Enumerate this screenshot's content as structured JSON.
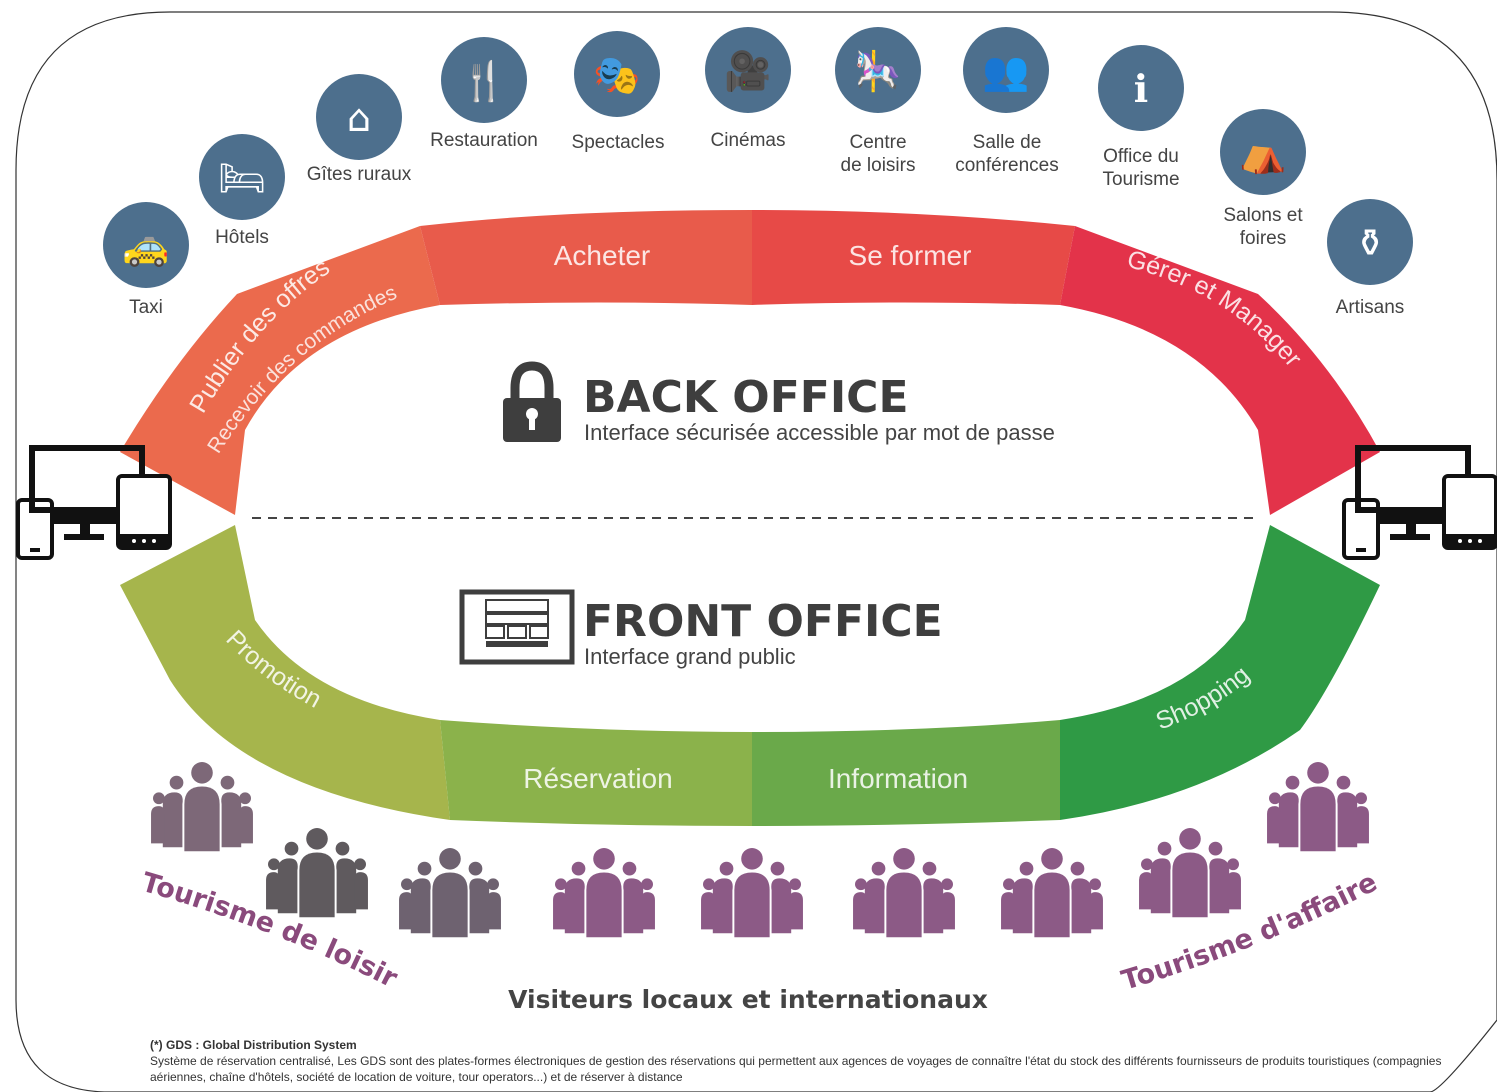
{
  "colors": {
    "back_office_left": "#e9604b",
    "back_office_mid": "#e84c4b",
    "back_office_right": "#e22f44",
    "front_office_left": "#a9b64a",
    "front_office_mid": "#7fb04a",
    "front_office_right": "#2e9a44",
    "icon_circle": "#4d6f8d",
    "dark_gray": "#3e3e3e",
    "people": "#8a5a82",
    "people_dark": "#6b5a66",
    "tourism_label": "#8a4a7c",
    "text_gray": "#444444"
  },
  "services": [
    {
      "label_lines": [
        "Taxi"
      ],
      "icon": "taxi-icon"
    },
    {
      "label_lines": [
        "Hôtels"
      ],
      "icon": "bed-icon"
    },
    {
      "label_lines": [
        "Gîtes ruraux"
      ],
      "icon": "cottage-icon"
    },
    {
      "label_lines": [
        "Restauration"
      ],
      "icon": "fork-knife-icon"
    },
    {
      "label_lines": [
        "Spectacles"
      ],
      "icon": "theater-masks-icon"
    },
    {
      "label_lines": [
        "Cinémas"
      ],
      "icon": "film-camera-icon"
    },
    {
      "label_lines": [
        "Centre",
        "de loisirs"
      ],
      "icon": "carousel-icon"
    },
    {
      "label_lines": [
        "Salle de",
        "conférences"
      ],
      "icon": "conference-icon"
    },
    {
      "label_lines": [
        "Office du",
        "Tourisme"
      ],
      "icon": "info-icon"
    },
    {
      "label_lines": [
        "Salons et",
        "foires"
      ],
      "icon": "market-stall-icon"
    },
    {
      "label_lines": [
        "Artisans"
      ],
      "icon": "vase-icon"
    }
  ],
  "back_office": {
    "title": "BACK OFFICE",
    "subtitle": "Interface sécurisée accessible par mot de passe",
    "segments": {
      "publier": "Publier des offres",
      "recevoir": "Recevoir des commandes",
      "acheter": "Acheter",
      "former": "Se former",
      "gerer": "Gérer et Manager"
    }
  },
  "front_office": {
    "title": "FRONT OFFICE",
    "subtitle": "Interface grand public",
    "segments": {
      "promotion": "Promotion",
      "reservation": "Réservation",
      "information": "Information",
      "shopping": "Shopping"
    }
  },
  "audience": {
    "leisure": "Tourisme de loisirs",
    "business": "Tourisme d'affaires",
    "visitors": "Visiteurs locaux et internationaux"
  },
  "footnote": {
    "title": "(*) GDS : Global Distribution System",
    "text": "Système de réservation centralisé, Les GDS sont des plates-formes électroniques de gestion des réservations qui permettent aux agences de voyages de connaître l'état du stock des différents fournisseurs de produits touristiques (compagnies aériennes, chaîne d'hôtels, société de location de voiture, tour operators...) et de réserver à distance"
  }
}
